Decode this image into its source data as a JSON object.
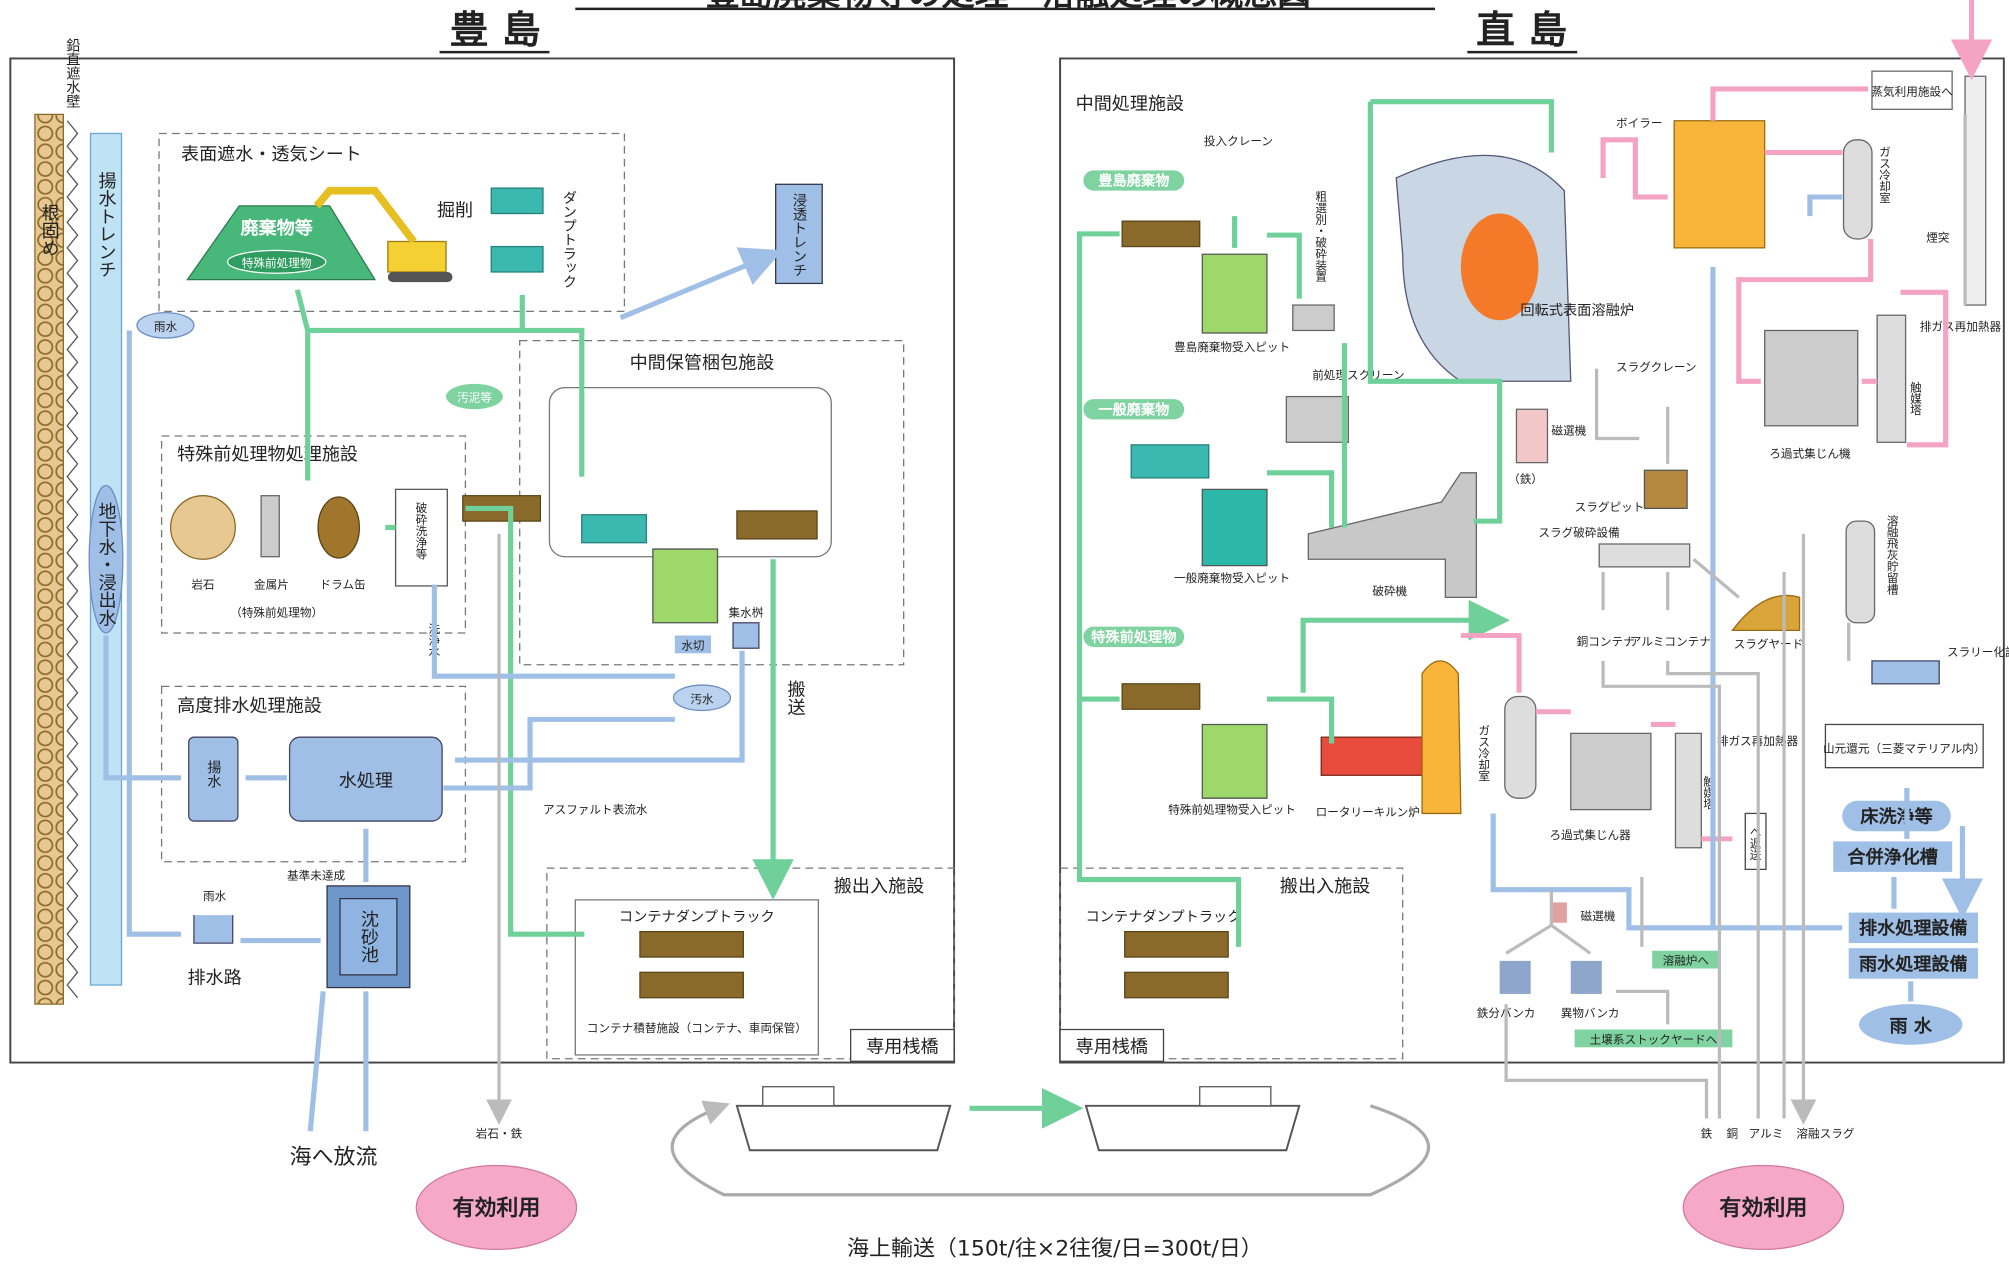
{
  "header": {
    "title_partial": "豊島廃棄物等の処理・溶融処理の概念図",
    "teshima": "豊 島",
    "naoshima": "直 島"
  },
  "teshima": {
    "vertical_wall": "鉛直遮水壁",
    "root_fixing": "根固め",
    "drain_trench": "揚水トレンチ",
    "groundwater": "地下水・浸出水",
    "rain_pill": "雨水",
    "surface_sheet": "表面遮水・透気シート",
    "waste": "廃棄物等",
    "pre_treat_inner": "特殊前処理物",
    "excavation": "掘削",
    "dump_truck": "ダンプトラック",
    "infiltration_trench": "浸透トレンチ",
    "sludge": "汚泥等",
    "storage_facility": "中間保管梱包施設",
    "special_facility": "特殊前処理物処理施設",
    "rock": "岩石",
    "metal": "金属片",
    "drum": "ドラム缶",
    "special_note": "（特殊前処理物）",
    "wash_crush": "破砕洗浄等",
    "wash_water": "洗浄水",
    "drain_off": "水切",
    "collect_tank": "集水桝",
    "sewage": "汚水",
    "transport": "搬送",
    "advanced_facility": "高度排水処理施設",
    "pump_water": "揚水",
    "water_treatment": "水処理",
    "asphalt": "アスファルト表流水",
    "rain_small": "雨水",
    "gutter": "排水路",
    "below_std": "基準未達成",
    "sand_pond": "沈砂池",
    "carry_facility": "搬出入施設",
    "container_truck": "コンテナダンプトラック",
    "container_transfer": "コンテナ積替施設（コンテナ、車両保管）",
    "pier": "専用桟橋",
    "discharge": "海へ放流",
    "rock_iron": "岩石・鉄",
    "effective_use": "有効利用"
  },
  "naoshima": {
    "mid_facility": "中間処理施設",
    "crane": "投入クレーン",
    "teshima_waste": "豊島廃棄物",
    "teshima_pit": "豊島廃棄物受入ピット",
    "sorting": "粗選別・破砕装置",
    "pre_screen": "前処理スクリーン",
    "general_waste": "一般廃棄物",
    "general_pit": "一般廃棄物受入ピット",
    "crusher": "破砕機",
    "special_pre": "特殊前処理物",
    "special_pit": "特殊前処理物受入ピット",
    "kiln": "ロータリーキルン炉",
    "furnace": "回転式表面溶融炉",
    "boiler": "ボイラー",
    "steam": "蒸気利用施設へ",
    "gas_cool": "ガス冷却室",
    "chimney": "煙突",
    "exhaust_reheat": "排ガス再加熱器",
    "desulf": "触媒塔",
    "bag_filter": "ろ過式集じん機",
    "bag_filter2": "ろ過式集じん器",
    "gas_cool2": "ガス冷却室",
    "exhaust_reheat2": "排ガス再加熱器",
    "desulf2": "触媒塔",
    "slag_crane": "スラグクレーン",
    "magnet": "磁選機",
    "iron_paren": "（鉄）",
    "slag_pit": "スラグピット",
    "slag_crusher": "スラグ破砕設備",
    "copper": "銅コンテナ",
    "alumi": "アルミコンテナ",
    "slag_yard": "スラグヤード",
    "fly_ash": "溶融飛灰貯留槽",
    "slurry": "スラリー化設備",
    "mine_return": "山元還元（三菱マテリアル内）",
    "floor_wash": "床洗浄等",
    "septic": "合併浄化槽",
    "drain_equip": "排水処理設備",
    "rain_equip": "雨水処理設備",
    "rain": "雨 水",
    "to_furnace": "溶融炉へ",
    "to_yard": "土壌系ストックヤードへ",
    "return_label": "へ返送",
    "magnet2": "磁選機",
    "iron_bunker": "鉄分バンカ",
    "foreign_bunker": "異物バンカ",
    "carry_facility": "搬出入施設",
    "container_truck": "コンテナダンプトラック",
    "pier": "専用桟橋",
    "outputs": [
      "鉄",
      "銅",
      "アルミ",
      "溶融スラグ"
    ],
    "effective_use": "有効利用"
  },
  "sea_transport": "海上輸送（150t/往×2往復/日=300t/日）",
  "colors": {
    "green": "#6fd09a",
    "blue": "#9fbfe6",
    "pink": "#f5a3c3",
    "orange": "#f9b43a",
    "brown": "#8a6a2a"
  }
}
